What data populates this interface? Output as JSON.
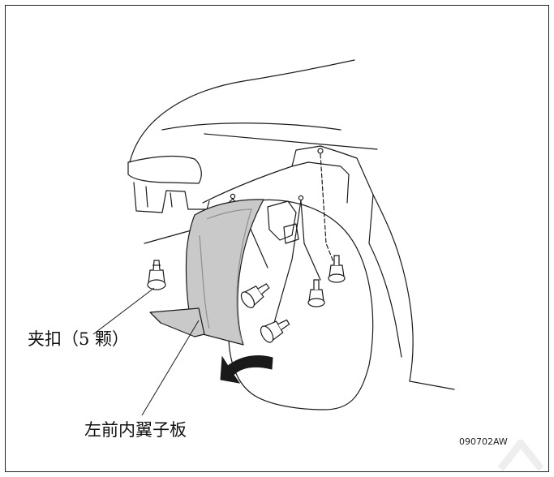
{
  "labels": {
    "clips": "夹扣（5 颗）",
    "liner": "左前内翼子板"
  },
  "figure_code": "090702AW",
  "colors": {
    "line": "#1a1a1a",
    "liner_fill": "#c9c9c9",
    "liner_shade": "#a9a9a9",
    "arrow_fill": "#1a1a1a",
    "watermark": "#eeeeee"
  },
  "icons": {
    "clip": "push-clip-icon",
    "arrow": "curved-arrow-icon"
  }
}
